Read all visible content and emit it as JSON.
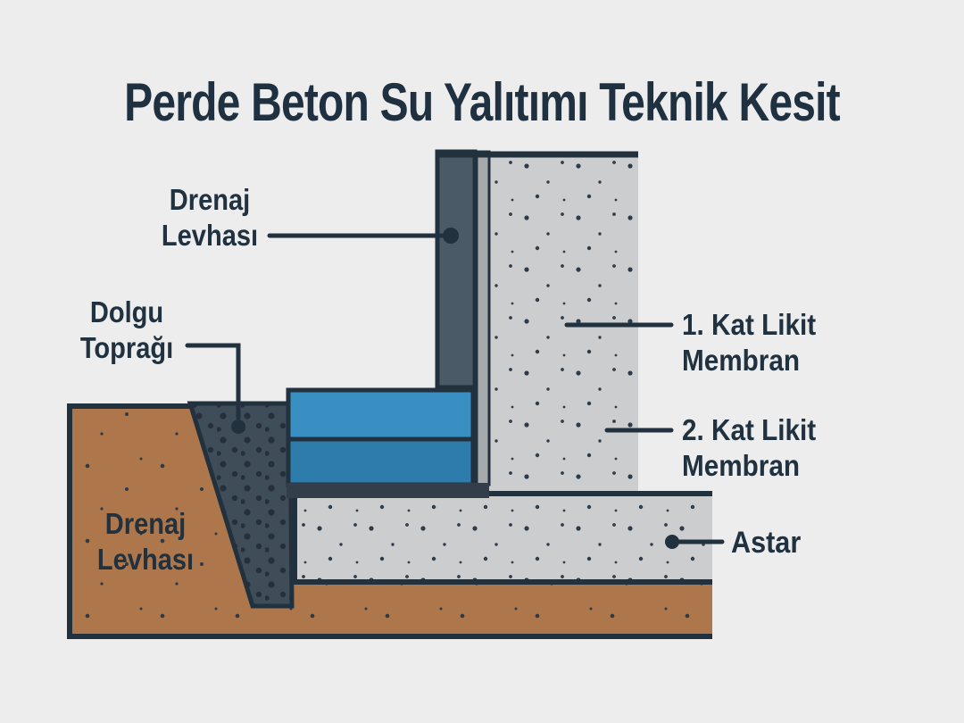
{
  "title": "Perde Beton Su Yalıtımı Teknik Kesit",
  "labels": {
    "drenaj_levhasi_wall": {
      "line1": "Drenaj",
      "line2": "Levhası"
    },
    "dolgu_topragi": {
      "line1": "Dolgu",
      "line2": "Toprağı"
    },
    "kat1_likit_membran": {
      "line1": "1. Kat Likit",
      "line2": "Membran"
    },
    "kat2_likit_membran": {
      "line1": "2. Kat Likit",
      "line2": "Membran"
    },
    "astar": {
      "text": "Astar"
    },
    "drenaj_levhasi_soil": {
      "line1": "Drenaj",
      "line2": "Levhası"
    }
  },
  "colors": {
    "background": "#ededee",
    "ink": "#22313e",
    "text": "#203140",
    "concrete": "#cbcdcf",
    "drain_board": "#4a5a66",
    "protection_strip": "#a6aaad",
    "membrane_layer_1": "#3a8fc2",
    "membrane_layer_2": "#2e7cab",
    "membrane_band": "#323e49",
    "gravel_fill": "#3f4d59",
    "soil": "#ae764b"
  }
}
